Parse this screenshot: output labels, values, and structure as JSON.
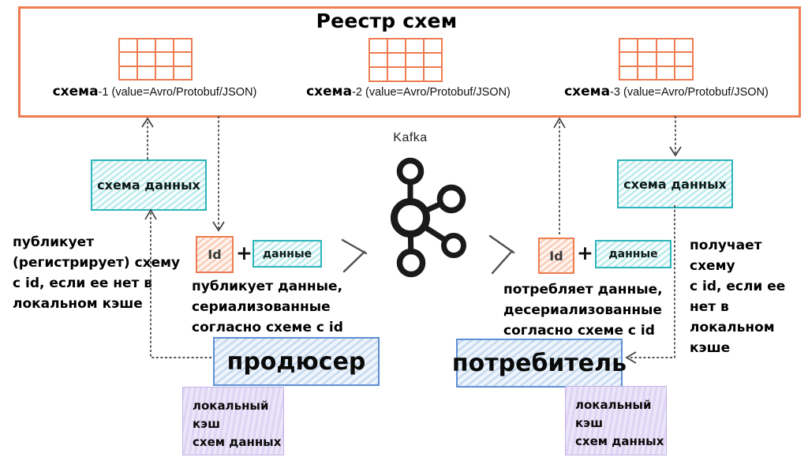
{
  "colors": {
    "orange": "#ED7C51",
    "teal": "#2DB4BC",
    "blue": "#5E8FD4",
    "purple": "#C3B2E8",
    "arrow": "#3F3F3F",
    "text": "#000000"
  },
  "registry": {
    "title": "Реестр схем",
    "schemas": [
      {
        "bold": "схема",
        "rest": "-1 (value=Avro/Protobuf/JSON)"
      },
      {
        "bold": "схема",
        "rest": "-2 (value=Avro/Protobuf/JSON)"
      },
      {
        "bold": "схема",
        "rest": "-3 (value=Avro/Protobuf/JSON)"
      }
    ]
  },
  "kafka_label": "Kafka",
  "producer": {
    "schema_box": "схема данных",
    "id_label": "Id",
    "plus": "+",
    "data_label": "данные",
    "register_note": "публикует\n(регистрирует) схему\nс id, если ее нет в\nлокальном кэше",
    "flow_note": "публикует данные,\nсериализованные\nсогласно схеме с id",
    "actor_label": "продюсер",
    "cache_label": "локальный\nкэш\nсхем данных"
  },
  "consumer": {
    "schema_box": "схема данных",
    "id_label": "Id",
    "plus": "+",
    "data_label": "данные",
    "fetch_note": "получает схему\nс id, если ее нет в\nлокальном кэше",
    "flow_note": "потребляет данные,\nдесериализованные\nсогласно схеме с id",
    "actor_label": "потребитель",
    "cache_label": "локальный\nкэш\nсхем данных"
  }
}
